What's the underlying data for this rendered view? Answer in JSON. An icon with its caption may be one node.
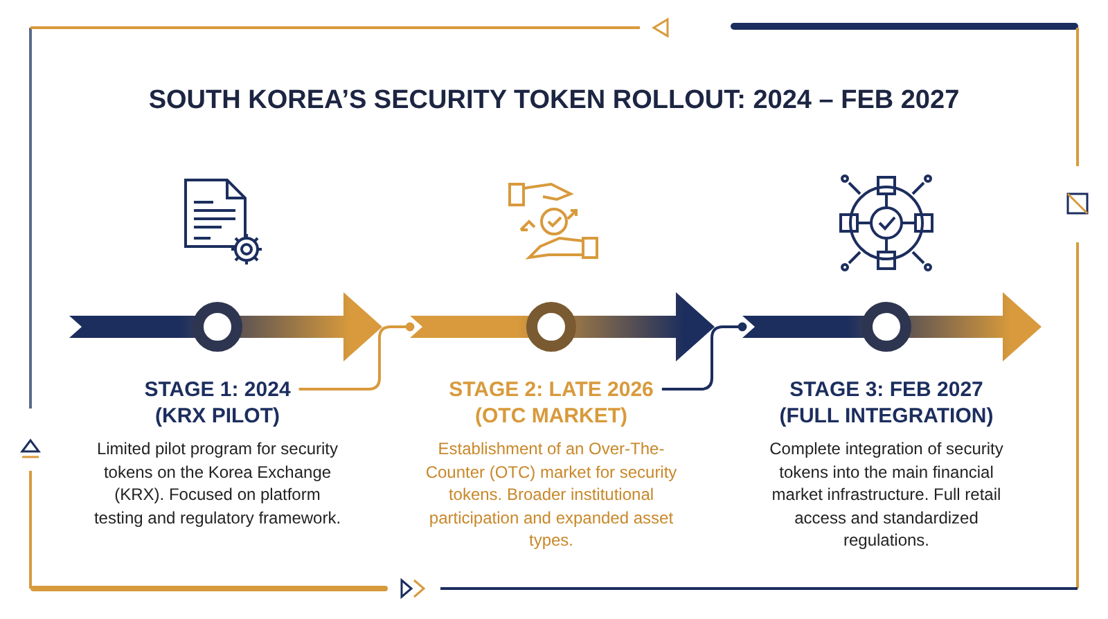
{
  "diagram": {
    "title": "SOUTH KOREA’S SECURITY TOKEN ROLLOUT: 2024 – FEB 2027",
    "nodes": [
      {
        "text": [],
        "shape": "arrow"
      },
      {
        "text": [],
        "shape": "arrow"
      },
      {
        "text": [],
        "shape": "arrow"
      },
      {
        "text": [
          "STAGE 1: 2024 (KRX PILOT)"
        ]
      },
      {
        "text": [
          "STAGE 2: LATE 2026 (OTC MARKET)"
        ]
      },
      {
        "text": [
          "STAGE 3: FEB 2027 (FULL INTEGRATION)"
        ]
      }
    ],
    "edges": [
      {
        "from": 3,
        "to": 1,
        "arrow": "other",
        "color": "#d89a3c"
      },
      {
        "from": 4,
        "to": 2,
        "arrow": "other",
        "color": "#1c2e5e"
      }
    ],
    "labels": [
      "Limited pilot program for security tokens on the Korea Exchange (KRX). Focused on platform testing and regulatory framework.",
      "Establishment of an Over-The-Counter (OTC) market for security tokens. Broader institutional participation and expanded asset types.",
      "Complete integration of security tokens into the main financial market infrastructure. Full retail access and standardized regulations."
    ]
  }
}
